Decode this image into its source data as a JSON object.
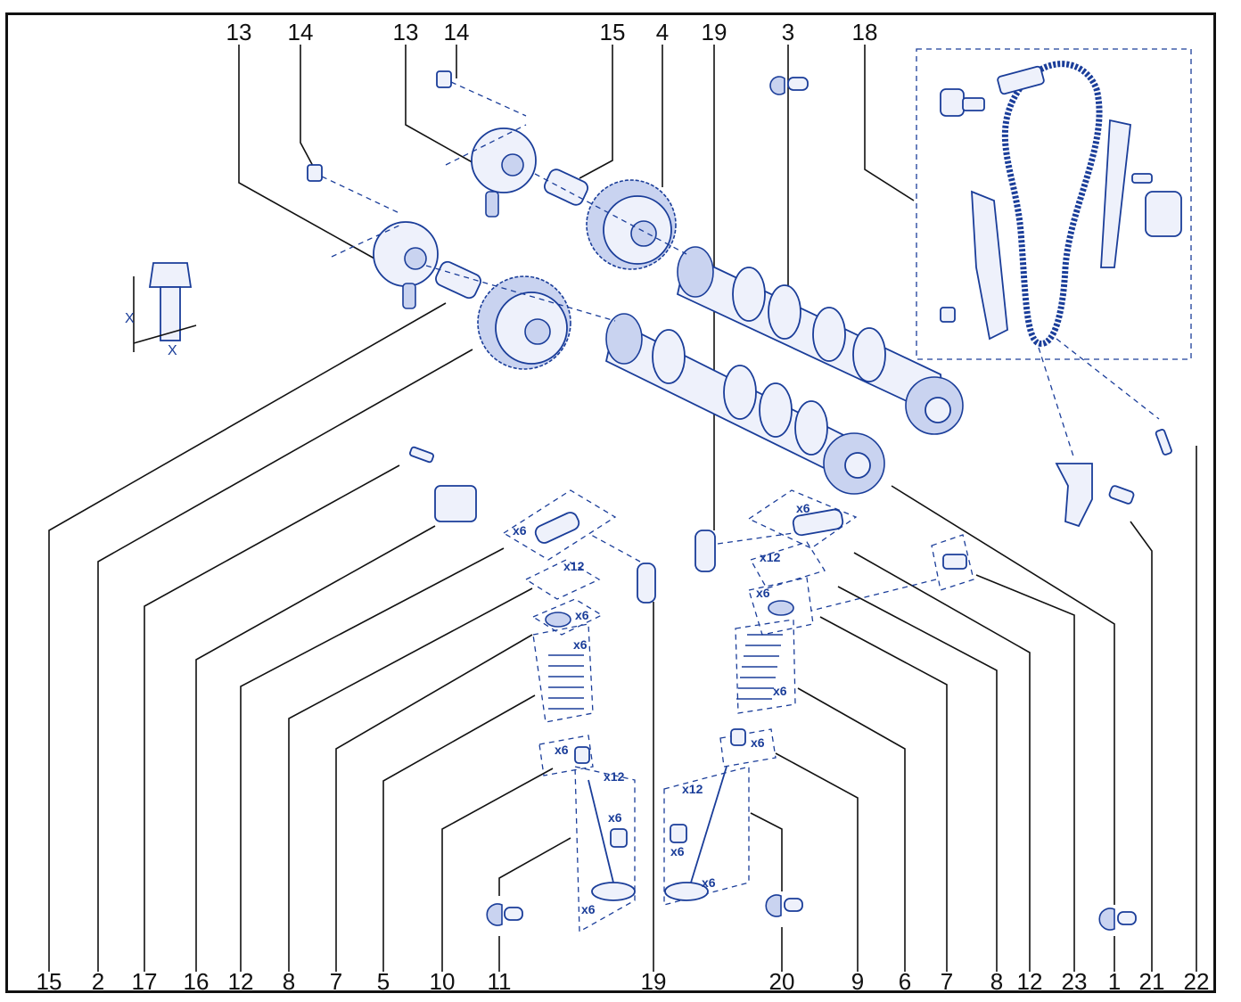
{
  "diagram": {
    "top_labels": [
      {
        "id": "t13a",
        "text": "13"
      },
      {
        "id": "t14a",
        "text": "14"
      },
      {
        "id": "t13b",
        "text": "13"
      },
      {
        "id": "t14b",
        "text": "14"
      },
      {
        "id": "t15",
        "text": "15"
      },
      {
        "id": "t4",
        "text": "4"
      },
      {
        "id": "t19",
        "text": "19"
      },
      {
        "id": "t3",
        "text": "3"
      },
      {
        "id": "t18",
        "text": "18"
      }
    ],
    "bottom_labels": [
      {
        "id": "b15",
        "text": "15"
      },
      {
        "id": "b2",
        "text": "2"
      },
      {
        "id": "b17",
        "text": "17"
      },
      {
        "id": "b16",
        "text": "16"
      },
      {
        "id": "b12a",
        "text": "12"
      },
      {
        "id": "b8a",
        "text": "8"
      },
      {
        "id": "b7a",
        "text": "7"
      },
      {
        "id": "b5",
        "text": "5"
      },
      {
        "id": "b10",
        "text": "10"
      },
      {
        "id": "b11",
        "text": "11"
      },
      {
        "id": "b19",
        "text": "19"
      },
      {
        "id": "b20",
        "text": "20"
      },
      {
        "id": "b9",
        "text": "9"
      },
      {
        "id": "b6",
        "text": "6"
      },
      {
        "id": "b7b",
        "text": "7"
      },
      {
        "id": "b8b",
        "text": "8"
      },
      {
        "id": "b12b",
        "text": "12"
      },
      {
        "id": "b23",
        "text": "23"
      },
      {
        "id": "b1",
        "text": "1"
      },
      {
        "id": "b21",
        "text": "21"
      },
      {
        "id": "b22",
        "text": "22"
      }
    ],
    "quantity_marks": [
      {
        "id": "q1",
        "text": "x6"
      },
      {
        "id": "q2",
        "text": "x12"
      },
      {
        "id": "q3",
        "text": "x6"
      },
      {
        "id": "q4",
        "text": "x6"
      },
      {
        "id": "q5",
        "text": "x6"
      },
      {
        "id": "q6",
        "text": "x12"
      },
      {
        "id": "q7",
        "text": "x6"
      },
      {
        "id": "q8",
        "text": "x6"
      },
      {
        "id": "q9",
        "text": "x6"
      },
      {
        "id": "q10",
        "text": "x12"
      },
      {
        "id": "q11",
        "text": "x6"
      },
      {
        "id": "q12",
        "text": "x6"
      },
      {
        "id": "q13",
        "text": "x6"
      },
      {
        "id": "q14",
        "text": "x12"
      },
      {
        "id": "q15",
        "text": "x6"
      },
      {
        "id": "q16",
        "text": "x6"
      }
    ],
    "bolt_dimension": {
      "x_label_side": "X",
      "x_label_bottom": "X"
    },
    "colors": {
      "line_art": "#1a3d99",
      "frame": "#111111",
      "labels": "#111111"
    }
  }
}
